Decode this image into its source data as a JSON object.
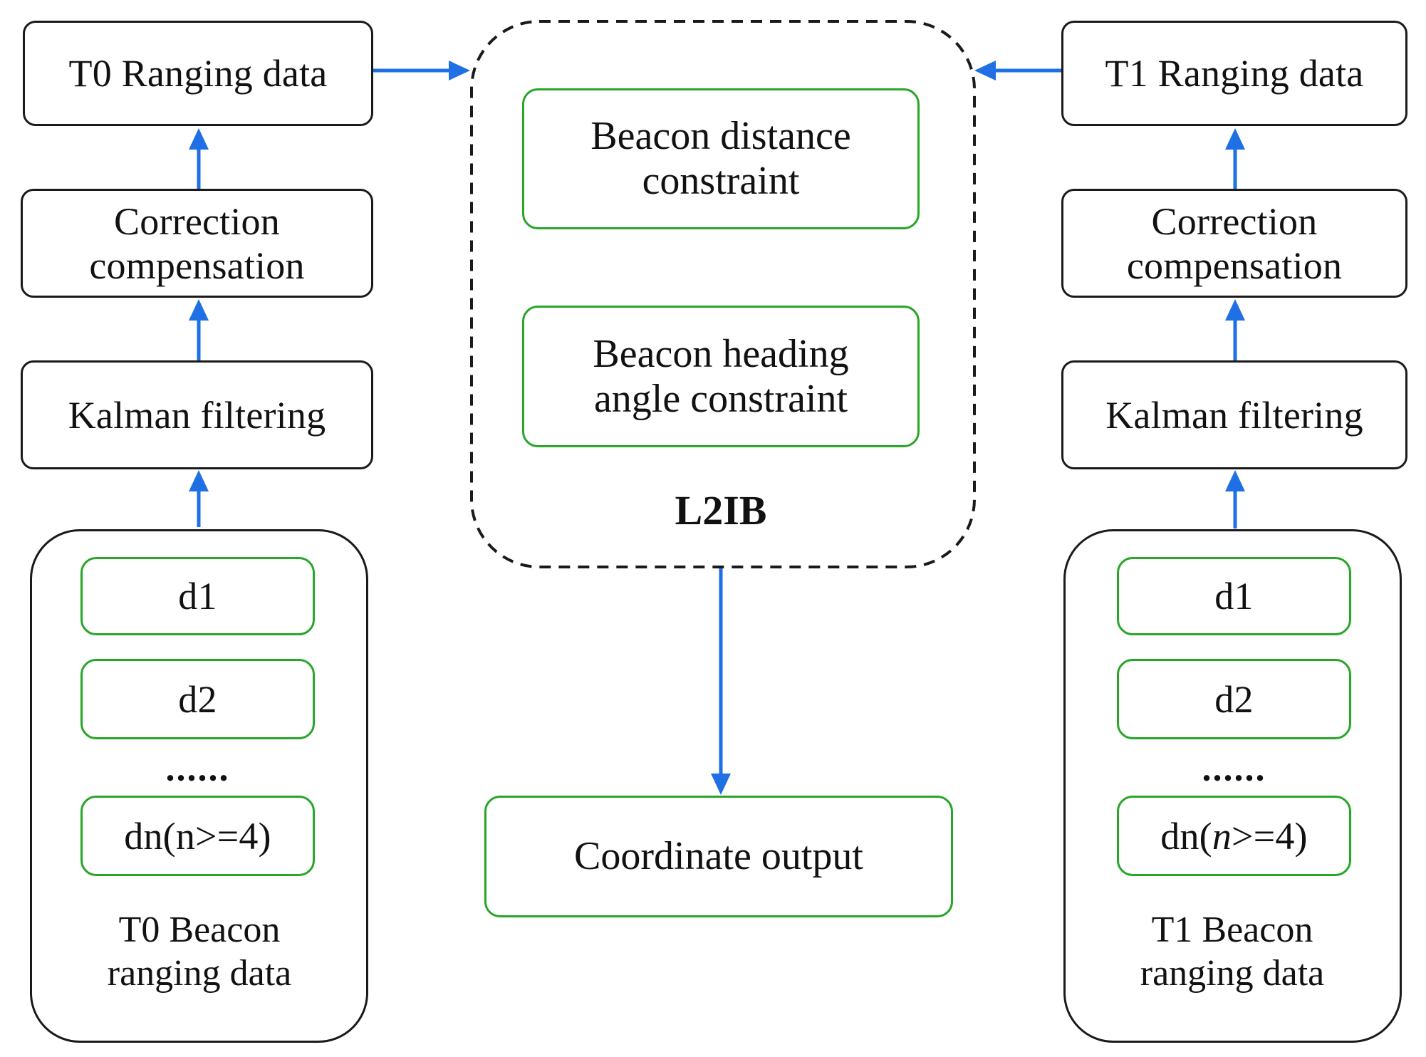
{
  "diagram": {
    "left": {
      "ranging_data": "T0 Ranging data",
      "correction": [
        "Correction",
        "compensation"
      ],
      "kalman": "Kalman filtering",
      "beacon_items": [
        "d1",
        "d2"
      ],
      "ellipsis": "......",
      "beacon_last": {
        "prefix": "dn(",
        "var": "n",
        "suffix": ">=4)"
      },
      "beacon_label": [
        "T0 Beacon",
        "ranging data"
      ]
    },
    "right": {
      "ranging_data": "T1 Ranging data",
      "correction": [
        "Correction",
        "compensation"
      ],
      "kalman": "Kalman filtering",
      "beacon_items": [
        "d1",
        "d2"
      ],
      "ellipsis": "......",
      "beacon_last": {
        "prefix": "dn(",
        "var": "n",
        "suffix": ">=4)"
      },
      "beacon_label": [
        "T1 Beacon",
        "ranging data"
      ]
    },
    "center": {
      "distance_constraint": [
        "Beacon distance",
        "constraint"
      ],
      "heading_constraint": [
        "Beacon heading",
        "angle constraint"
      ],
      "label": "L2IB",
      "output": "Coordinate output"
    },
    "colors": {
      "arrow": "#1f6fe5",
      "green_border": "#27a627",
      "black_border": "#1a1a1a"
    }
  }
}
